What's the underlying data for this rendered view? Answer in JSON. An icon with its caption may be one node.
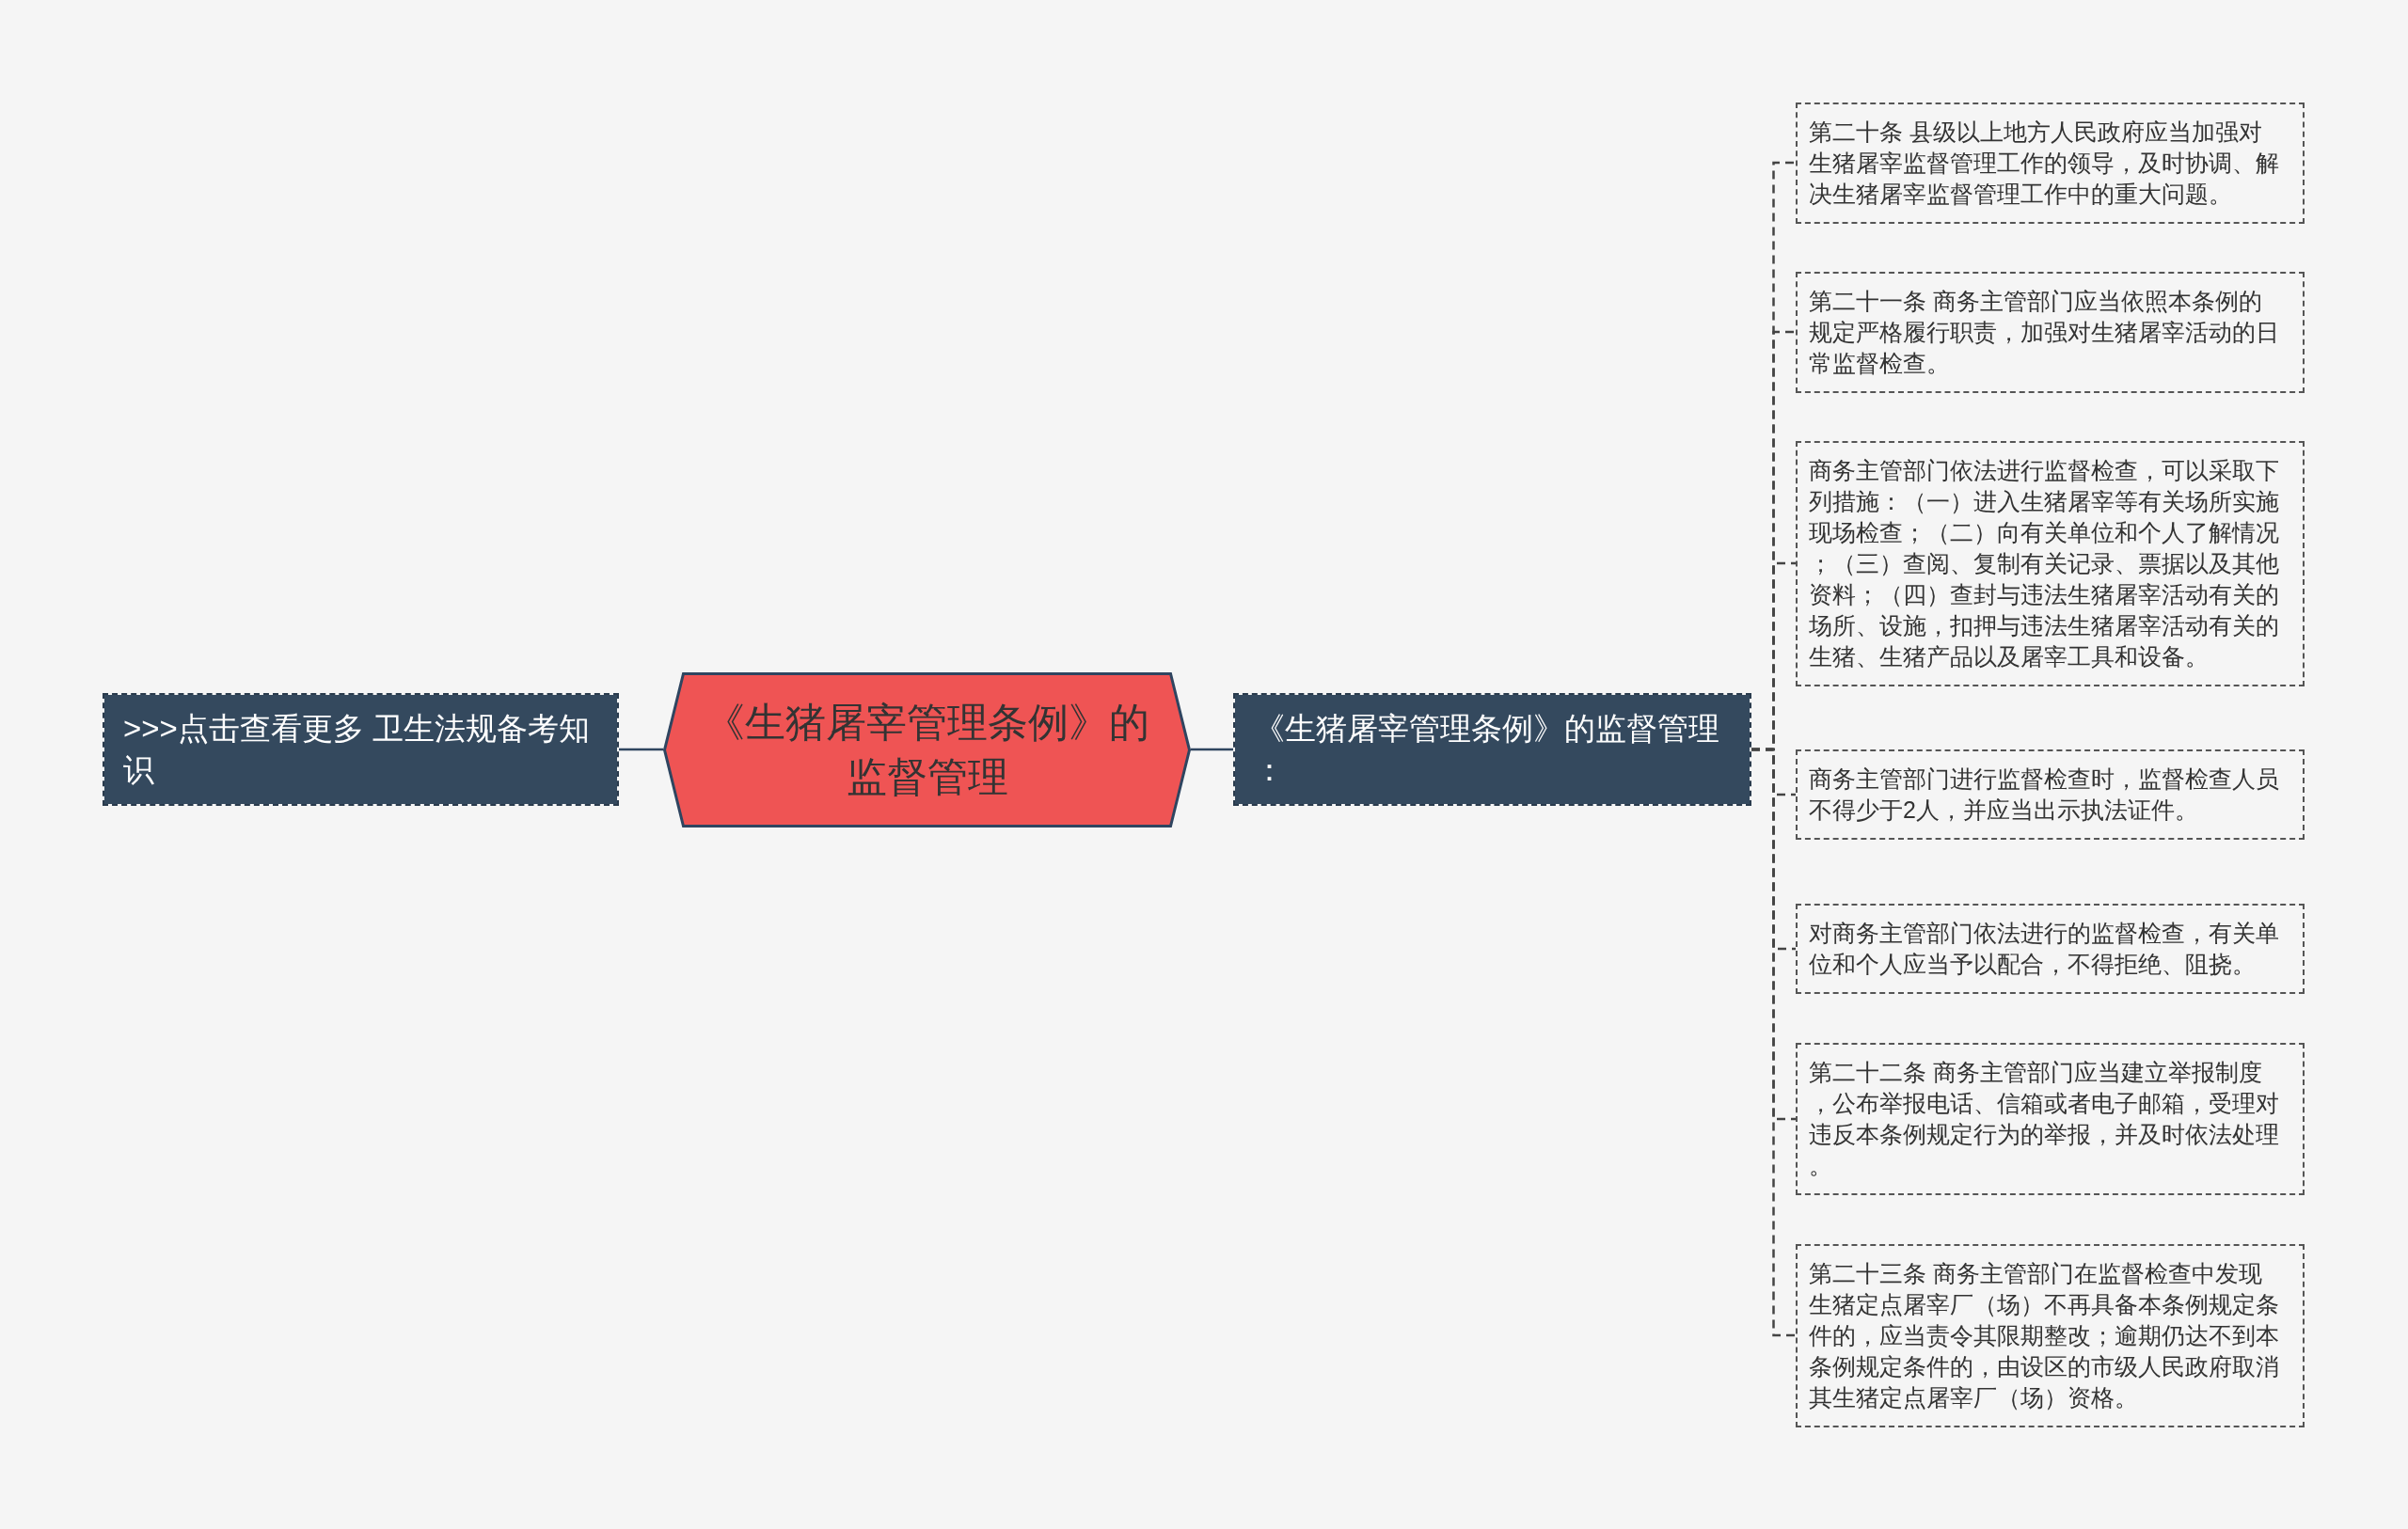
{
  "diagram": {
    "nodes": [
      {
        "text": [
          ">>>点击查看更多 卫生法规备考知识"
        ]
      },
      {
        "text": [
          "《生猪屠宰管理条例》的监督管理"
        ]
      },
      {
        "text": [
          "《生猪屠宰管理条例》的监督管理："
        ]
      },
      {
        "text": [
          "第二十条 县级以上地方人民政府应当加强对生猪屠宰监督管理工作的领导，及时协调、解决生猪屠宰监督管理工作中的重大问题。"
        ]
      },
      {
        "text": [
          "第二十一条 商务主管部门应当依照本条例的规定严格履行职责，加强对生猪屠宰活动的日常监督检查。"
        ]
      },
      {
        "text": [
          "商务主管部门依法进行监督检查，可以采取下列措施：（一）进入生猪屠宰等有关场所实施现场检查；（二）向有关单位和个人了解情况；（三）查阅、复制有关记录、票据以及其他资料；（四）查封与违法生猪屠宰活动有关的场所、设施，扣押与违法生猪屠宰活动有关的生猪、生猪产品以及屠宰工具和设备。"
        ]
      },
      {
        "text": [
          "商务主管部门进行监督检查时，监督检查人员不得少于2人，并应当出示执法证件。"
        ]
      },
      {
        "text": [
          "对商务主管部门依法进行的监督检查，有关单位和个人应当予以配合，不得拒绝、阻挠。"
        ]
      },
      {
        "text": [
          "第二十二条 商务主管部门应当建立举报制度，公布举报电话、信箱或者电子邮箱，受理对违反本条例规定行为的举报，并及时依法处理。"
        ]
      },
      {
        "text": [
          "第二十三条 商务主管部门在监督检查中发现生猪定点屠宰厂（场）不再具备本条例规定条件的，应当责令其限期整改；逾期仍达不到本条例规定条件的，由设区的市级人民政府取消其生猪定点屠宰厂（场）资格。"
        ]
      }
    ],
    "edges": [
      {
        "from": 1,
        "to": 0,
        "arrow": "none",
        "color": "#2f4560"
      },
      {
        "from": 1,
        "to": 2,
        "arrow": "none",
        "color": "#2f4560"
      },
      {
        "from": 2,
        "to": 3,
        "arrow": "none",
        "style": "dashed"
      },
      {
        "from": 2,
        "to": 4,
        "arrow": "none",
        "style": "dashed"
      },
      {
        "from": 2,
        "to": 5,
        "arrow": "none",
        "style": "dashed"
      },
      {
        "from": 2,
        "to": 6,
        "arrow": "none",
        "style": "dashed"
      },
      {
        "from": 2,
        "to": 7,
        "arrow": "none",
        "style": "dashed"
      },
      {
        "from": 2,
        "to": 8,
        "arrow": "none",
        "style": "dashed"
      },
      {
        "from": 2,
        "to": 9,
        "arrow": "none",
        "style": "dashed"
      }
    ]
  }
}
